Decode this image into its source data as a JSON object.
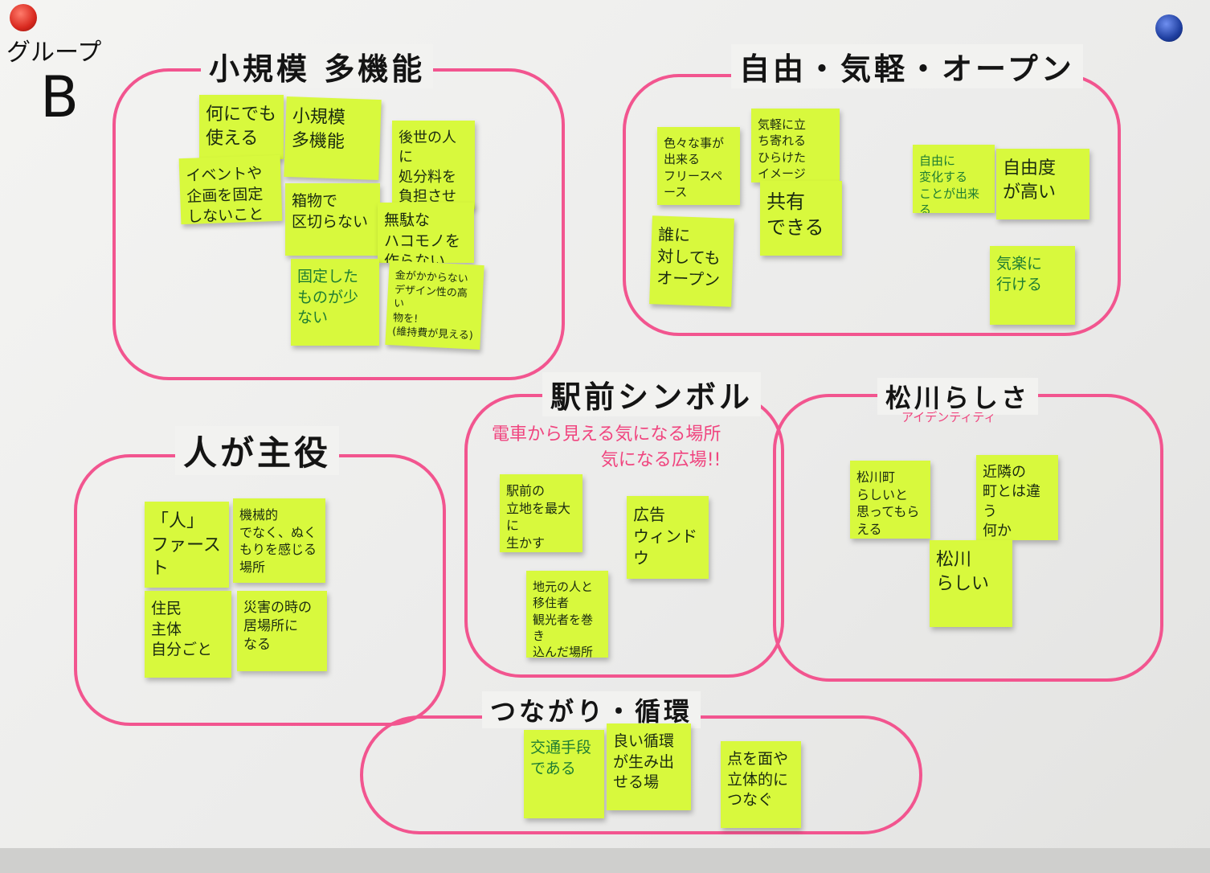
{
  "group_label": "グループ",
  "group_letter": "B",
  "clusters": [
    {
      "title": "小規模 多機能",
      "notes": [
        "何にでも使える",
        "イベントや\n企画を固定\nしないこと",
        "小規模\n多機能",
        "後世の人に\n処分料を\n負担させない",
        "箱物で\n区切らない",
        "無駄な\nハコモノを\n作らない",
        "固定した\nものが少ない",
        "金がかからない\nデザイン性の高い\n物を!\n(維持費が見える)"
      ]
    },
    {
      "title": "自由・気軽・オープン",
      "notes": [
        "色々な事が\n出来る\nフリースペース",
        "気軽に立\nち寄れる\nひらけた\nイメージ",
        "共有\nできる",
        "誰に\n対しても\nオープン",
        "自由に\n変化する\nことが出来る",
        "自由度\nが高い",
        "気楽に\n行ける"
      ]
    },
    {
      "title": "人が主役",
      "notes": [
        "「人」\nファースト",
        "機械的\nでなく、ぬく\nもりを感じる\n場所",
        "住民\n主体\n自分ごと",
        "災害の時の\n居場所に\nなる"
      ]
    },
    {
      "title": "駅前シンボル",
      "subtitle": "電車から見える気になる場所\n気になる広場!!",
      "notes": [
        "駅前の\n立地を最大に\n生かす",
        "広告\nウィンドウ",
        "地元の人と\n移住者\n観光者を巻き\n込んだ場所"
      ]
    },
    {
      "title": "松川らしさ",
      "subtitle": "アイデンティティ",
      "notes": [
        "松川町\nらしいと\n思ってもらえる",
        "近隣の\n町とは違う\n何か",
        "松川\nらしい"
      ]
    },
    {
      "title": "つながり・循環",
      "notes": [
        "交通手段\nである",
        "良い循環\nが生み出\nせる場",
        "点を面や\n立体的に\nつなぐ"
      ]
    }
  ],
  "colors": {
    "marker": "#f2558f",
    "note": "#d8f93d",
    "pin_red": "#d8281e",
    "pin_blue": "#1f3fa0"
  }
}
